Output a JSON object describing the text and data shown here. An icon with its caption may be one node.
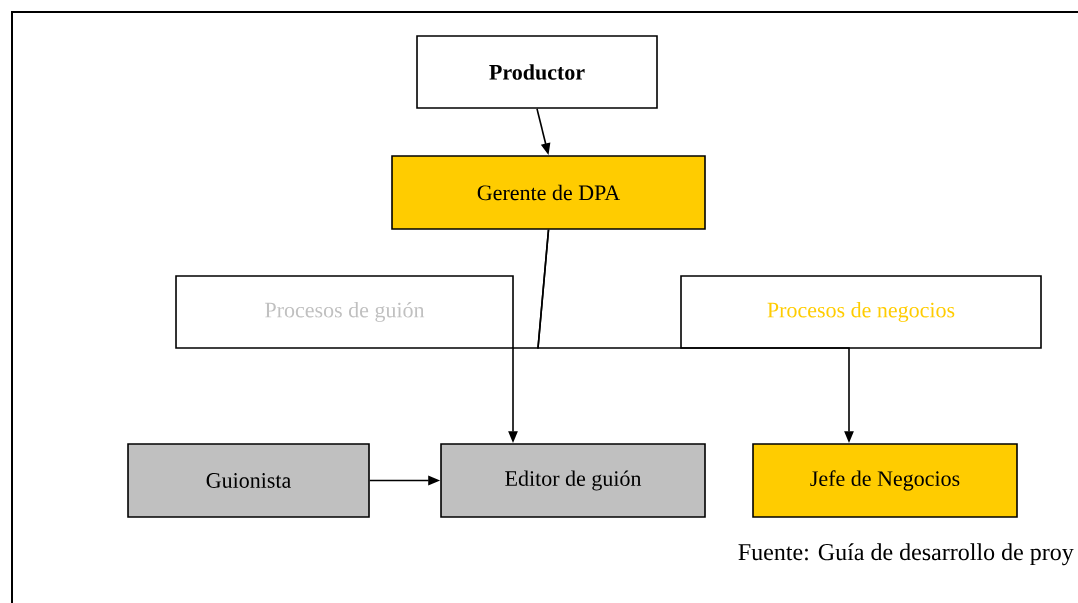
{
  "diagram": {
    "nodes": [
      {
        "text": [
          "Productor"
        ]
      },
      {
        "text": [
          "Gerente de DPA"
        ]
      },
      {
        "text": [
          "Procesos de guión"
        ]
      },
      {
        "text": [
          "Procesos de negocios"
        ]
      },
      {
        "text": [
          "Guionista"
        ]
      },
      {
        "text": [
          "Editor de guión"
        ]
      },
      {
        "text": [
          "Jefe de Negocios"
        ]
      }
    ],
    "edges": [
      {
        "from": 0,
        "to": 1,
        "arrow": "to"
      },
      {
        "from": 1,
        "to": 5,
        "arrow": "to"
      },
      {
        "from": 1,
        "to": 6,
        "arrow": "to"
      },
      {
        "from": 4,
        "to": 5,
        "arrow": "to"
      }
    ],
    "caption": "Fuente: Guía de desarrollo de proy"
  }
}
